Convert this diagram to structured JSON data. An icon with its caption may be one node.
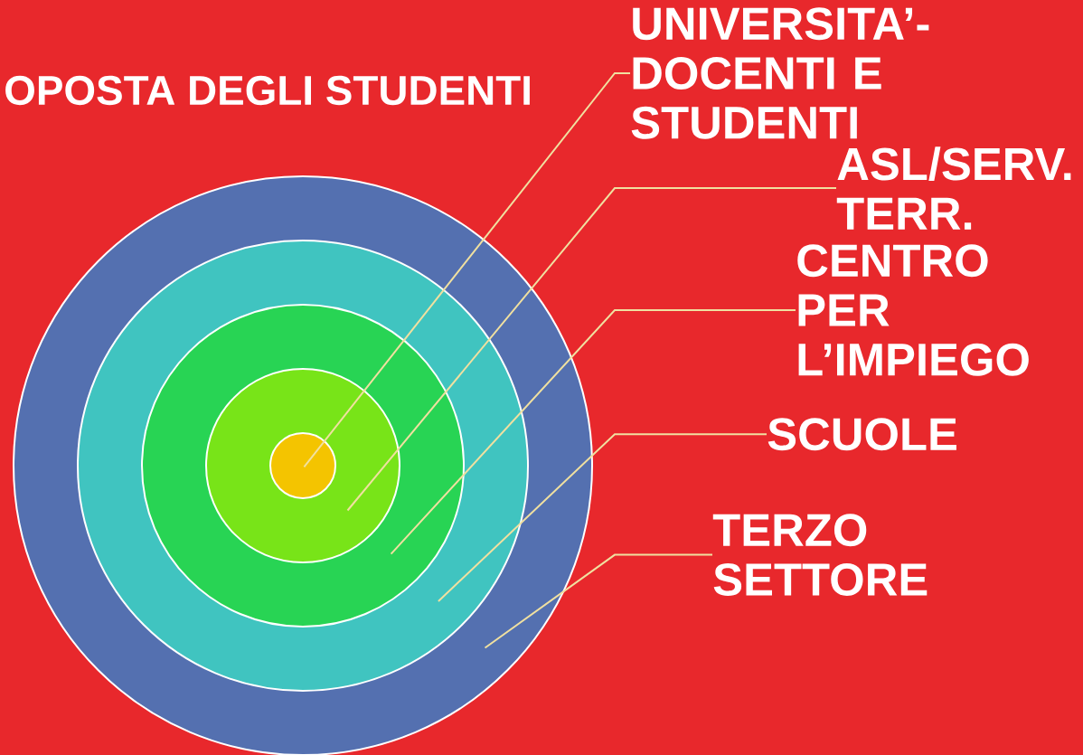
{
  "diagram": {
    "title": "OPOSTA DEGLI STUDENTI",
    "nodes": [
      {
        "text": [
          "UNIVERSITA’-DOCENTI E STUDENTI"
        ]
      },
      {
        "text": [
          "ASL/SERV. TERR."
        ]
      },
      {
        "text": [
          "CENTRO PER L’IMPIEGO"
        ]
      },
      {
        "text": [
          "SCUOLE"
        ]
      },
      {
        "text": [
          "TERZO SETTORE"
        ]
      },
      {
        "text": [],
        "shape": "circle"
      },
      {
        "text": [],
        "shape": "circle",
        "in": 5
      },
      {
        "text": [],
        "shape": "circle",
        "in": 6
      },
      {
        "text": [],
        "shape": "circle",
        "in": 7
      },
      {
        "text": [],
        "shape": "circle",
        "in": 8
      }
    ],
    "edges": [
      {
        "from": 0,
        "to": 9,
        "arrow": "none"
      },
      {
        "from": 1,
        "to": 8,
        "arrow": "none"
      },
      {
        "from": 2,
        "to": 7,
        "arrow": "none"
      },
      {
        "from": 3,
        "to": 6,
        "arrow": "none"
      },
      {
        "from": 4,
        "to": 5,
        "arrow": "none"
      }
    ]
  }
}
